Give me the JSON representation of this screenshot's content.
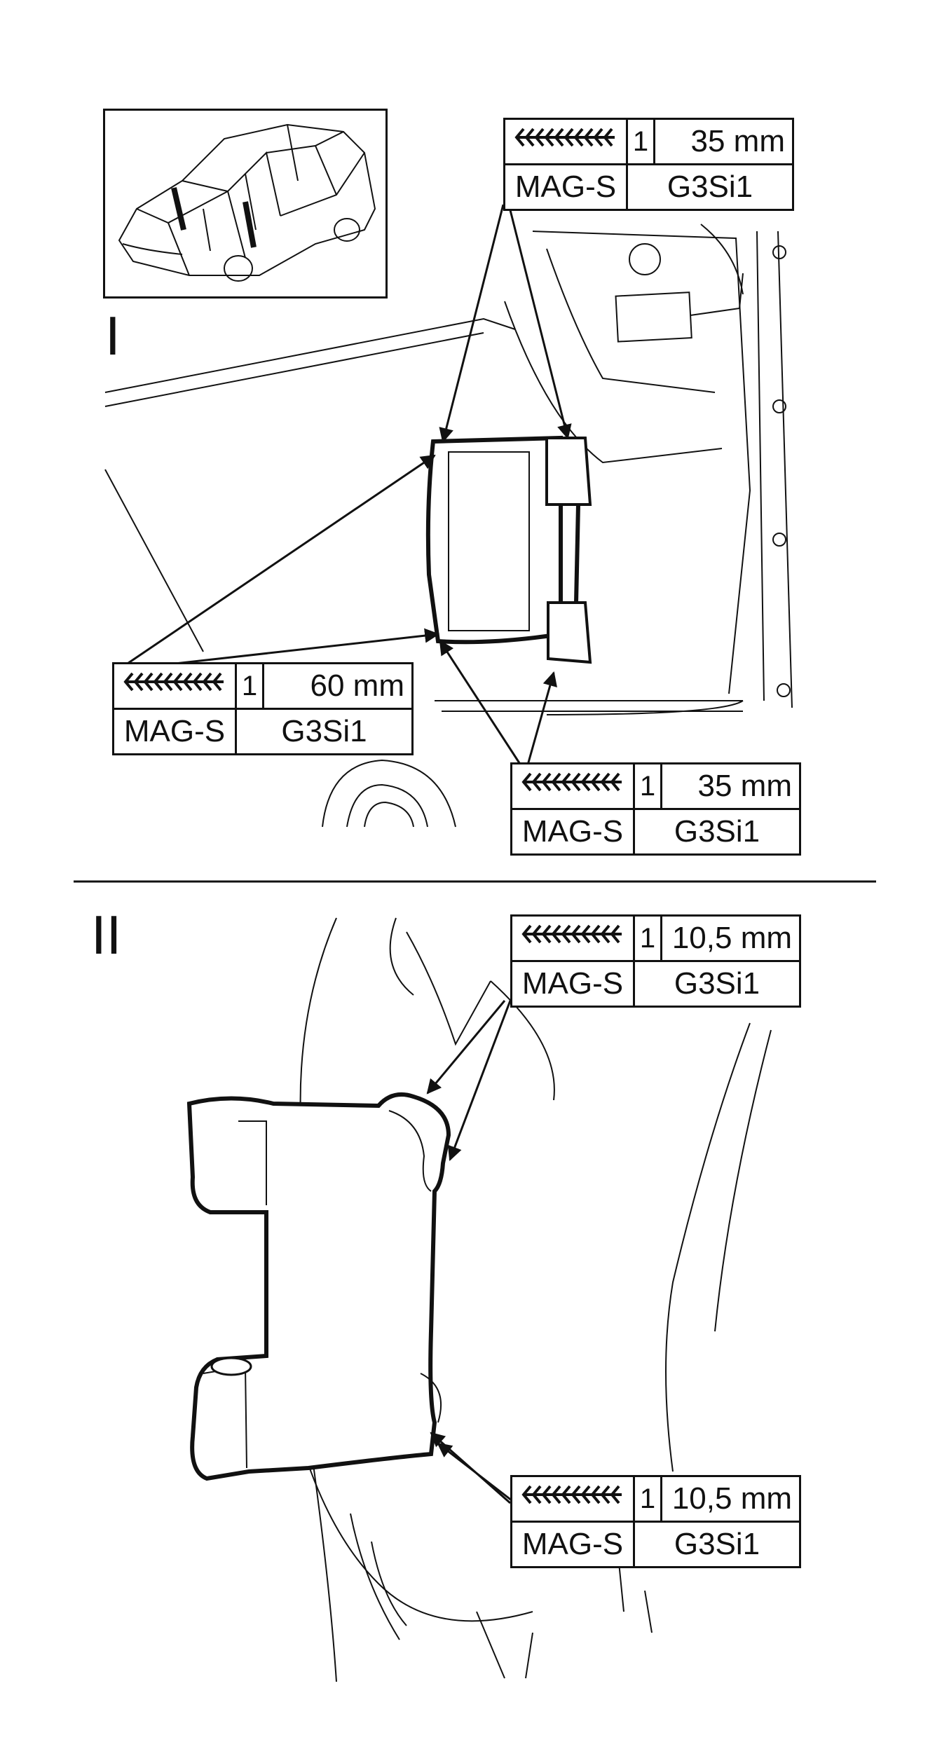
{
  "sections": {
    "one": {
      "label": "I"
    },
    "two": {
      "label": "II"
    }
  },
  "weld_symbol_icon": "fillet-weld-symbol-icon",
  "welds": [
    {
      "count": "1",
      "length": "35 mm",
      "process": "MAG-S",
      "wire": "G3Si1"
    },
    {
      "count": "1",
      "length": "60 mm",
      "process": "MAG-S",
      "wire": "G3Si1"
    },
    {
      "count": "1",
      "length": "35 mm",
      "process": "MAG-S",
      "wire": "G3Si1"
    },
    {
      "count": "1",
      "length": "10,5 mm",
      "process": "MAG-S",
      "wire": "G3Si1"
    },
    {
      "count": "1",
      "length": "10,5 mm",
      "process": "MAG-S",
      "wire": "G3Si1"
    }
  ],
  "colors": {
    "ink": "#111111",
    "paper": "#ffffff"
  }
}
